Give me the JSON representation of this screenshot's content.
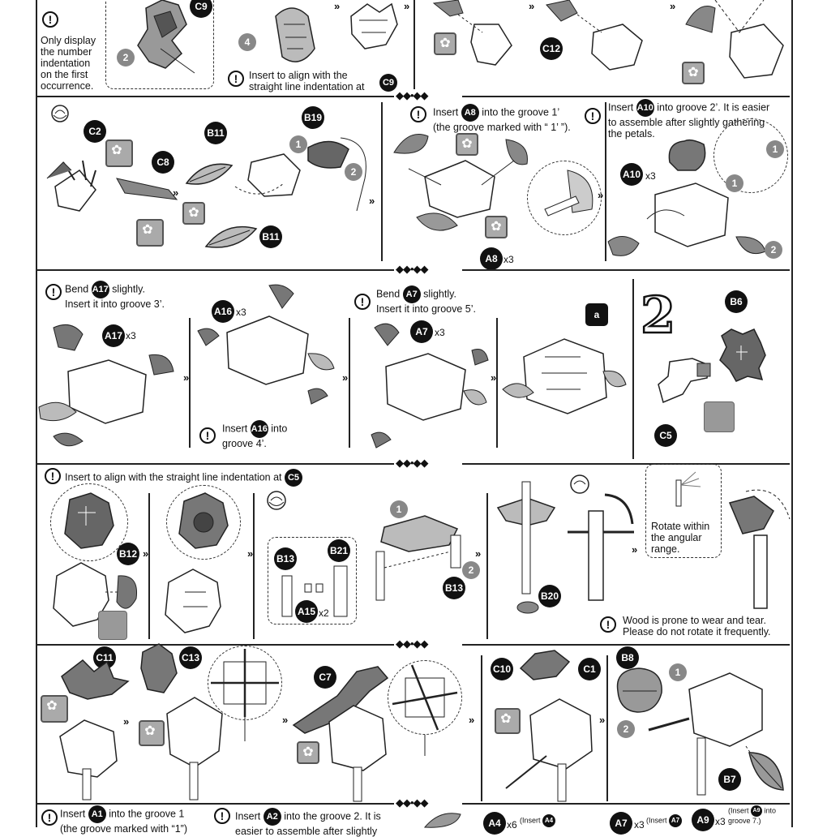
{
  "row1": {
    "note_only_display": "Only display\nthe number\nindentation\non the first\noccurrence.",
    "note_align": "Insert to align with the\nstraight line indentation at",
    "label_c9_top": "C9",
    "label_c9_note": "C9",
    "label_c12": "C12",
    "num_2": "2",
    "num_4": "4"
  },
  "row2": {
    "labels": {
      "c2": "C2",
      "c8": "C8",
      "b11_top": "B11",
      "b11_bottom": "B11",
      "b19": "B19",
      "a8": "A8",
      "a8_bottom": "A8",
      "a10": "A10",
      "a10_note": "A10"
    },
    "qty_a8": "x3",
    "qty_a10": "x3",
    "note_a8_pre": "Insert",
    "note_a8_post": "into the groove 1’\n(the groove marked with “ 1’ ”).",
    "note_a10_pre": "Insert",
    "note_a10_post": "into groove 2’. It is easier\nto assemble after slightly gathering\nthe petals.",
    "num_1": "1",
    "num_2": "2",
    "num_1b": "1",
    "num_1c": "1",
    "num_2b": "2"
  },
  "row3": {
    "note_bend_a17_pre": "Bend",
    "note_bend_a17_post": "slightly.\nInsert it into groove 3’.",
    "note_bend_a7_pre": "Bend",
    "note_bend_a7_post": "slightly.\nInsert it into groove 5’.",
    "note_insert_a16_pre": "Insert",
    "note_insert_a16_post": "into groove 4’.",
    "labels": {
      "a17": "A17",
      "a17_note": "A17",
      "a16": "A16",
      "a16_note": "A16",
      "a7": "A7",
      "a7_note": "A7",
      "a": "a",
      "b6": "B6",
      "c5": "C5"
    },
    "qty_a17": "x3",
    "qty_a16": "x3",
    "qty_a7": "x3",
    "step_number": "2"
  },
  "row4": {
    "note_align_pre": "Insert to align with the straight line indentation at",
    "label_c5": "C5",
    "labels": {
      "b12": "B12",
      "b13": "B13",
      "b21": "B21",
      "a15": "A15",
      "b13b": "B13",
      "b20": "B20"
    },
    "qty_a15": "x2",
    "num_1": "1",
    "num_2": "2",
    "note_rotate": "Rotate within\nthe angular\nrange.",
    "note_wood": "Wood is prone to wear and tear.\nPlease do not rotate it frequently."
  },
  "row5": {
    "labels": {
      "c11": "C11",
      "c13": "C13",
      "c7": "C7",
      "c10": "C10",
      "c1": "C1",
      "b8": "B8",
      "b7": "B7"
    },
    "num_1": "1",
    "num_2": "2"
  },
  "row6": {
    "note_a1_pre": "Insert",
    "note_a1_post": "into the groove 1\n(the groove marked with “1”)",
    "note_a2_pre": "Insert",
    "note_a2_post": "into the groove 2.  It is\neasier to assemble after slightly",
    "labels": {
      "a1": "A1",
      "a2": "A2",
      "a4": "A4",
      "a4b": "A4",
      "a7": "A7",
      "a7b": "A7",
      "a9": "A9",
      "a9b": "A9"
    },
    "qty_a4": "x6",
    "qty_a7": "x3",
    "qty_a9": "x3",
    "insert_small": "(Insert",
    "into_groove_7": "into groove 7.)"
  },
  "separator_ornament": "◆◆•◆◆",
  "colors": {
    "ink": "#111111",
    "gray_part": "#9a9a9a",
    "dark_part": "#555555",
    "light_gray": "#cfcfcf"
  }
}
